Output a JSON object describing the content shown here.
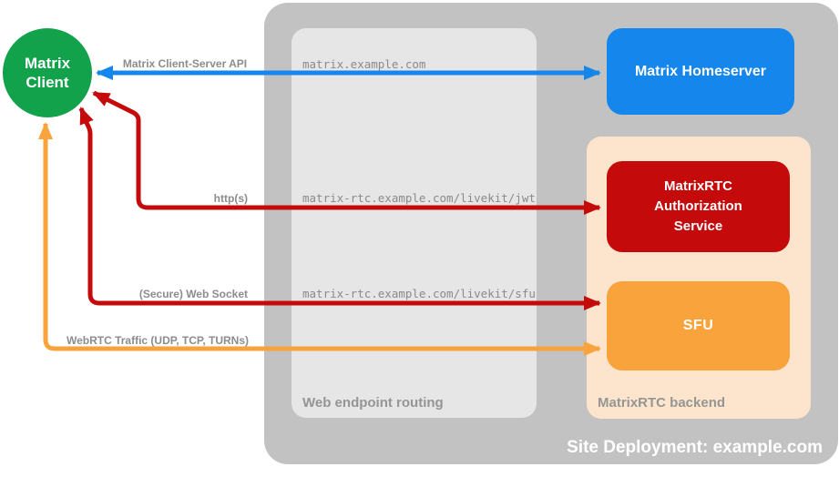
{
  "colors": {
    "green": "#12A24B",
    "blue": "#1486EC",
    "red": "#C40A0A",
    "orange": "#F8A33C",
    "peach": "#FCE5CC",
    "inner_gray": "#E6E6E6",
    "outer_gray": "#C2C2C2",
    "label_gray": "#8C8C8C"
  },
  "nodes": {
    "client": "Matrix Client",
    "homeserver": "Matrix Homeserver",
    "auth_service": "MatrixRTC Authorization Service",
    "sfu": "SFU"
  },
  "groups": {
    "routing_label": "Web endpoint routing",
    "backend_label": "MatrixRTC backend",
    "deployment_title": "Site Deployment: example.com"
  },
  "connections": [
    {
      "label": "Matrix Client-Server API",
      "endpoint": "matrix.example.com",
      "color": "#1486EC",
      "from": "Matrix Client",
      "to": "Matrix Homeserver",
      "direction": "bidirectional"
    },
    {
      "label": "http(s)",
      "endpoint": "matrix-rtc.example.com/livekit/jwt",
      "color": "#C40A0A",
      "from": "Matrix Client",
      "to": "MatrixRTC Authorization Service",
      "direction": "bidirectional"
    },
    {
      "label": "(Secure) Web Socket",
      "endpoint": "matrix-rtc.example.com/livekit/sfu",
      "color": "#C40A0A",
      "from": "Matrix Client",
      "to": "SFU",
      "direction": "bidirectional"
    },
    {
      "label": "WebRTC Traffic (UDP, TCP, TURNs)",
      "endpoint": "",
      "color": "#F8A33C",
      "from": "Matrix Client",
      "to": "SFU",
      "direction": "bidirectional"
    }
  ]
}
